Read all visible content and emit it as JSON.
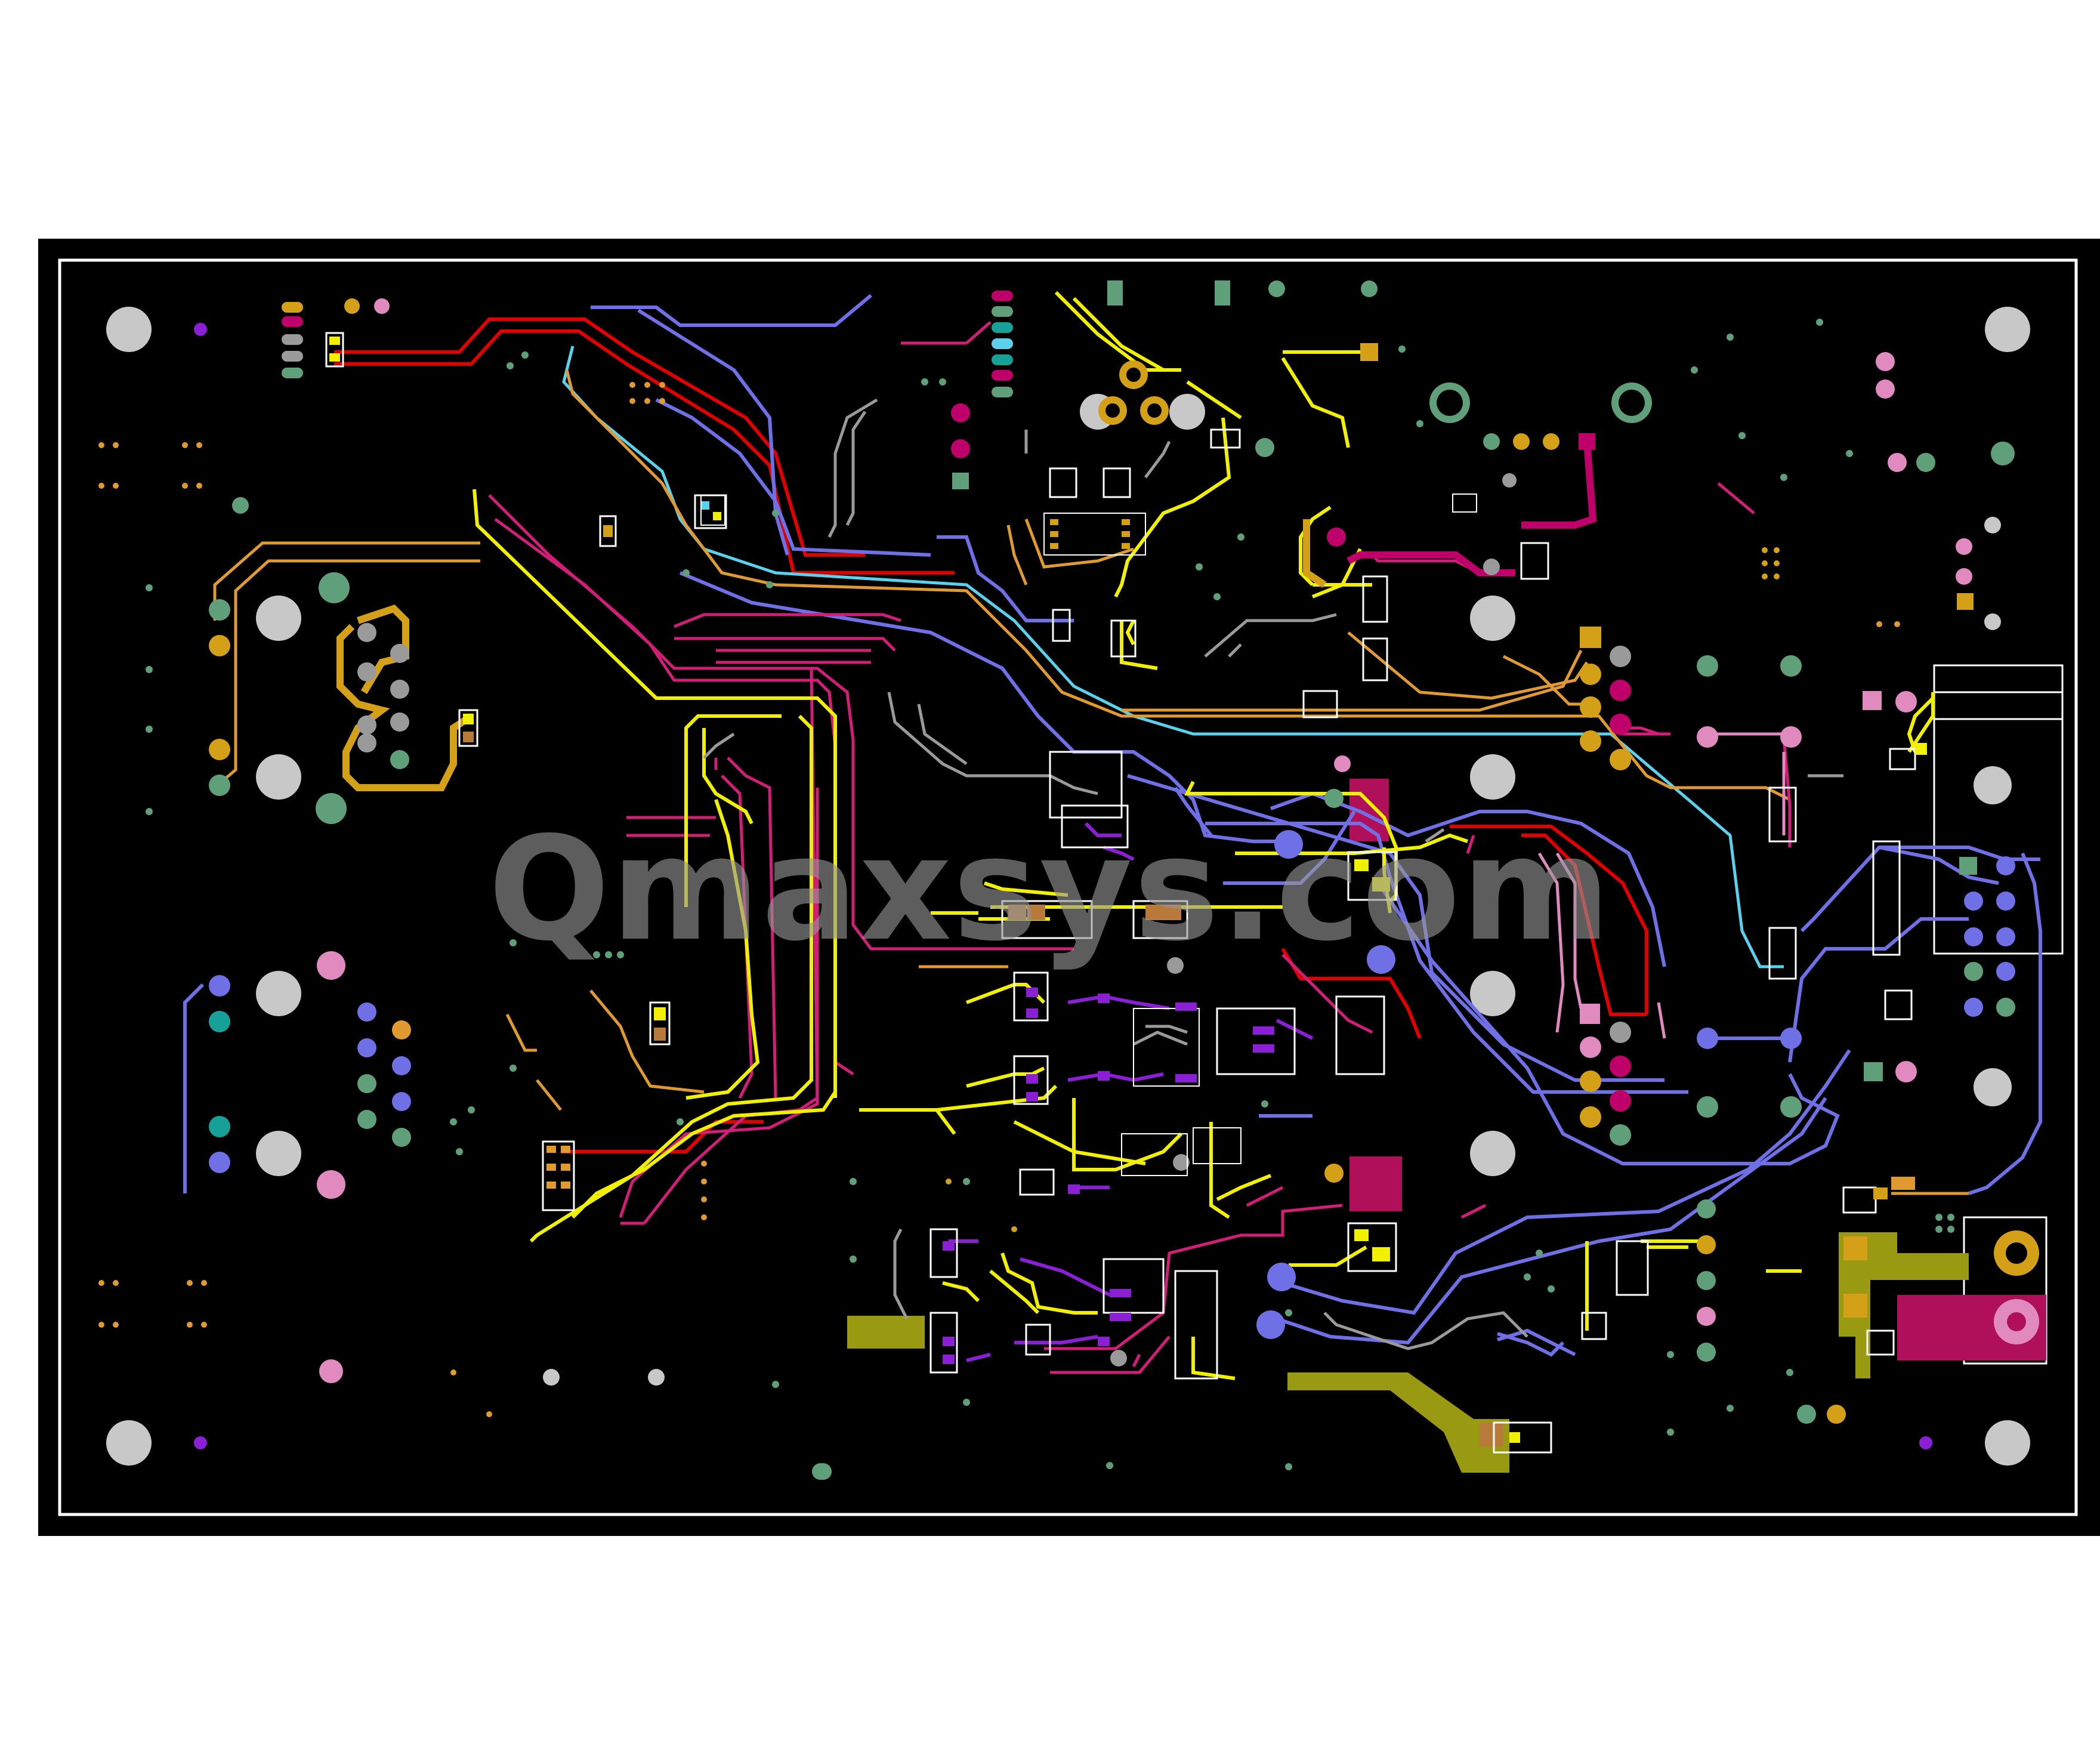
{
  "watermark": {
    "text": "Qmaxsys.com"
  },
  "colors": {
    "background": "#000000",
    "outline": "#ffffff",
    "mounting_hole": "#c8c8c8",
    "trace_red": "#e00000",
    "trace_blue": "#6f6fe6",
    "trace_cyan": "#5ad2ee",
    "trace_orange": "#e09a30",
    "trace_magenta": "#d21e78",
    "trace_yellow": "#f0f000",
    "trace_grey": "#9a9a9a",
    "trace_purple": "#8a1fd6",
    "trace_pink": "#e08ac0",
    "copper_pour_olive": "#9a9a12",
    "copper_pour_magenta": "#b0105a",
    "pad_green": "#5fa07a",
    "pad_gold": "#d4a017",
    "pad_teal": "#17a098",
    "pad_component": "#b87a3a"
  },
  "layers": [
    "top-copper",
    "bottom-copper",
    "inner-1",
    "inner-2",
    "silkscreen",
    "board-outline"
  ]
}
